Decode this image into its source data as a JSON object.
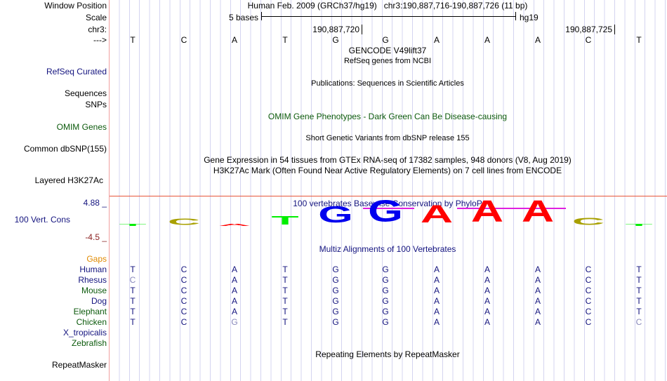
{
  "header": {
    "window_position_label": "Window Position",
    "assembly": "Human Feb. 2009 (GRCh37/hg19)",
    "position": "chr3:190,887,716-190,887,726 (11 bp)",
    "scale_label": "Scale",
    "scale_text": "5 bases",
    "db": "hg19",
    "chr_label": "chr3:",
    "coord1": "190,887,720",
    "coord2": "190,887,725",
    "strand_label": "--->"
  },
  "sequence": [
    "T",
    "C",
    "A",
    "T",
    "G",
    "G",
    "A",
    "A",
    "A",
    "C",
    "T"
  ],
  "tracks": {
    "gencode": "GENCODE V49lift37",
    "refseq_title": "RefSeq genes from NCBI",
    "refseq_label": "RefSeq Curated",
    "pubs_title": "Publications: Sequences in Scientific Articles",
    "sequences_label": "Sequences",
    "snps_label": "SNPs",
    "omim_title": "OMIM Gene Phenotypes - Dark Green Can Be Disease-causing",
    "omim_label": "OMIM Genes",
    "dbsnp_title": "Short Genetic Variants from dbSNP release 155",
    "dbsnp_label": "Common dbSNP(155)",
    "gtex_title": "Gene Expression in 54 tissues from GTEx RNA-seq of 17382 samples, 948 donors (V8, Aug 2019)",
    "h3k_title": "H3K27Ac Mark (Often Found Near Active Regulatory Elements) on 7 cell lines from ENCODE",
    "h3k_label": "Layered H3K27Ac",
    "cons_title": "100 vertebrates Basewise Conservation by PhyloP",
    "cons_label": "100 Vert. Cons",
    "cons_max": "4.88 _",
    "cons_min": "-4.5 _",
    "multiz_title": "Multiz Alignments of 100 Vertebrates",
    "gaps_label": "Gaps",
    "repeat_title": "Repeating Elements by RepeatMasker",
    "repeat_label": "RepeatMasker"
  },
  "conservation": {
    "scores": [
      0.3,
      0.9,
      0.3,
      1.2,
      2.3,
      3.0,
      2.4,
      3.0,
      3.0,
      1.0,
      0.3
    ],
    "colors": {
      "A": "#ff0000",
      "C": "#a8a000",
      "G": "#0000ee",
      "T": "#00ee00"
    }
  },
  "alignments": [
    {
      "species": "Human",
      "color": "navy",
      "bases": [
        "T",
        "C",
        "A",
        "T",
        "G",
        "G",
        "A",
        "A",
        "A",
        "C",
        "T"
      ],
      "diff": []
    },
    {
      "species": "Rhesus",
      "color": "navy",
      "bases": [
        "C",
        "C",
        "A",
        "T",
        "G",
        "G",
        "A",
        "A",
        "A",
        "C",
        "T"
      ],
      "diff": [
        0
      ]
    },
    {
      "species": "Mouse",
      "color": "green",
      "bases": [
        "T",
        "C",
        "A",
        "T",
        "G",
        "G",
        "A",
        "A",
        "A",
        "C",
        "T"
      ],
      "diff": []
    },
    {
      "species": "Dog",
      "color": "navy",
      "bases": [
        "T",
        "C",
        "A",
        "T",
        "G",
        "G",
        "A",
        "A",
        "A",
        "C",
        "T"
      ],
      "diff": []
    },
    {
      "species": "Elephant",
      "color": "green",
      "bases": [
        "T",
        "C",
        "A",
        "T",
        "G",
        "G",
        "A",
        "A",
        "A",
        "C",
        "T"
      ],
      "diff": []
    },
    {
      "species": "Chicken",
      "color": "green",
      "bases": [
        "T",
        "C",
        "G",
        "T",
        "G",
        "G",
        "A",
        "A",
        "A",
        "C",
        "C"
      ],
      "diff": [
        2,
        10
      ]
    },
    {
      "species": "X_tropicalis",
      "color": "navy",
      "bases": [],
      "diff": []
    },
    {
      "species": "Zebrafish",
      "color": "green",
      "bases": [],
      "diff": []
    }
  ]
}
